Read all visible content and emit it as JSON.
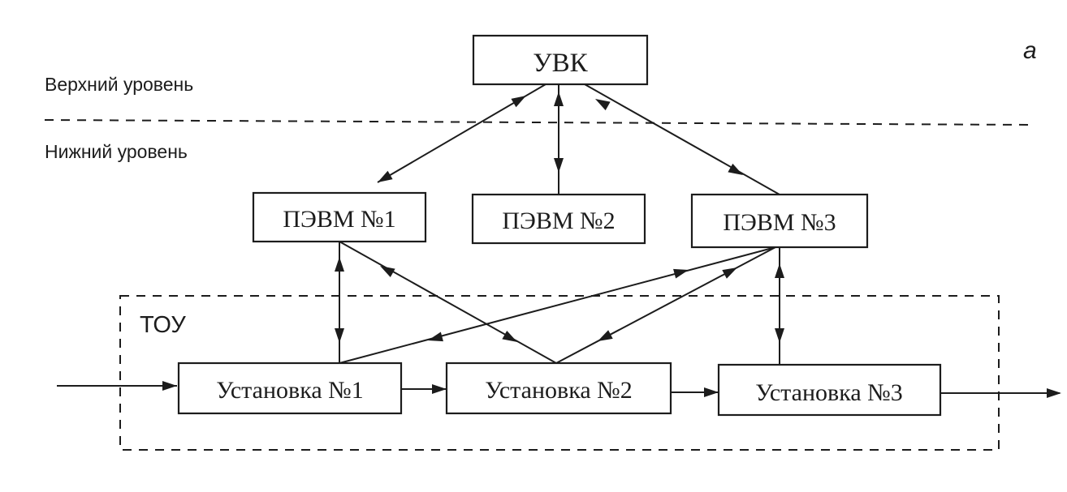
{
  "figure_label": "а",
  "levels": {
    "upper": "Верхний уровень",
    "lower": "Нижний уровень"
  },
  "nodes": {
    "uvk": "УВК",
    "pc1": "ПЭВМ №1",
    "pc2": "ПЭВМ №2",
    "pc3": "ПЭВМ №3",
    "tou": "ТОУ",
    "unit1": "Установка №1",
    "unit2": "Установка №2",
    "unit3": "Установка №3"
  },
  "edges": [
    {
      "from": "uvk",
      "to": "pc1",
      "direction": "bidirectional"
    },
    {
      "from": "uvk",
      "to": "pc2",
      "direction": "bidirectional"
    },
    {
      "from": "uvk",
      "to": "pc3",
      "direction": "bidirectional"
    },
    {
      "from": "pc1",
      "to": "unit1",
      "direction": "bidirectional"
    },
    {
      "from": "pc1",
      "to": "unit2",
      "direction": "bidirectional"
    },
    {
      "from": "pc3",
      "to": "unit1",
      "direction": "bidirectional"
    },
    {
      "from": "pc3",
      "to": "unit2",
      "direction": "bidirectional"
    },
    {
      "from": "pc3",
      "to": "unit3",
      "direction": "bidirectional"
    },
    {
      "from": "input",
      "to": "unit1",
      "direction": "forward"
    },
    {
      "from": "unit1",
      "to": "unit2",
      "direction": "forward"
    },
    {
      "from": "unit2",
      "to": "unit3",
      "direction": "forward"
    },
    {
      "from": "unit3",
      "to": "output",
      "direction": "forward"
    }
  ]
}
